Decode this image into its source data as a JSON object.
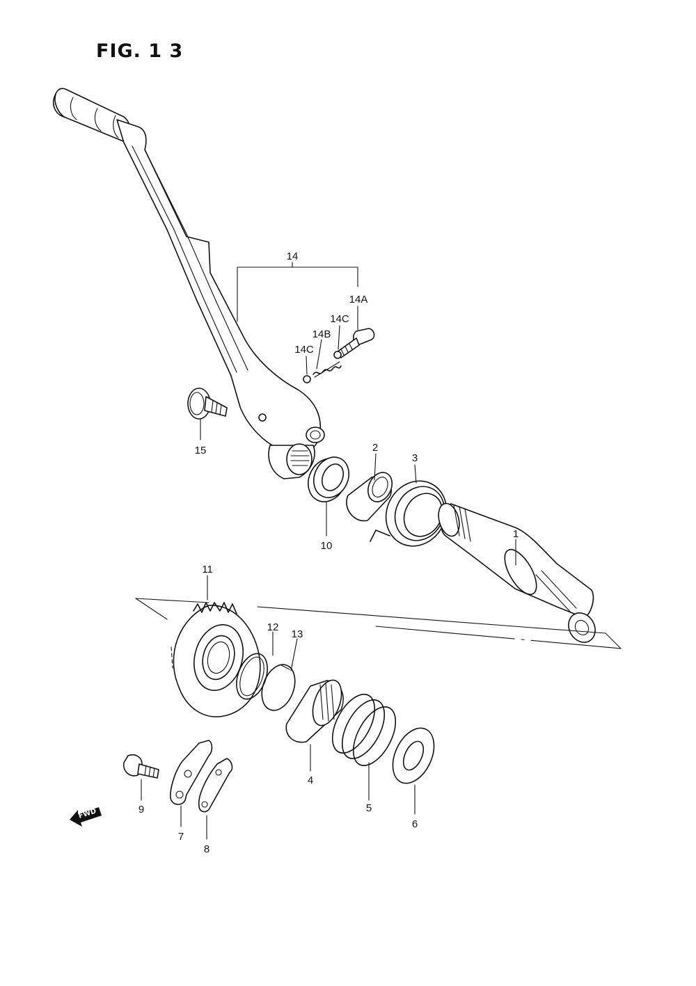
{
  "figure": {
    "title": "FIG. 1 3"
  },
  "fwd_label": "FWD",
  "callouts": {
    "c14": "14",
    "c14A": "14A",
    "c14C_upper": "14C",
    "c14B": "14B",
    "c14C_lower": "14C",
    "c15": "15",
    "c2": "2",
    "c3": "3",
    "c10": "10",
    "c1": "1",
    "c11": "11",
    "c12": "12",
    "c13": "13",
    "c4": "4",
    "c5": "5",
    "c6": "6",
    "c9": "9",
    "c7": "7",
    "c8": "8"
  }
}
